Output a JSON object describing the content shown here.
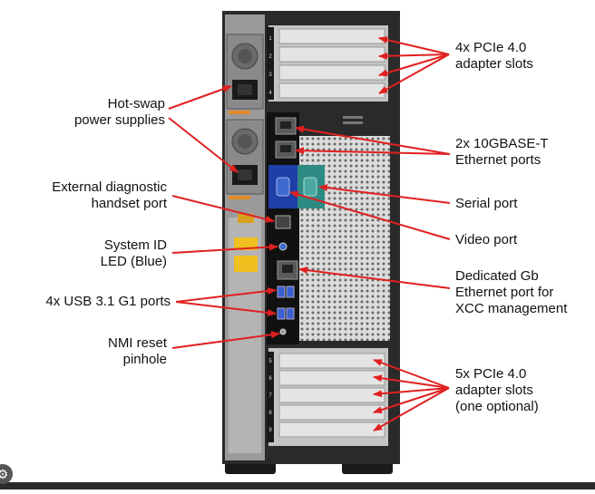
{
  "colors": {
    "arrow": "#e02020",
    "chassis": "#2a2a2a",
    "vga": "#1e3fa8",
    "serial": "#2e8b84"
  },
  "icons": {
    "corner": "settings-icon"
  },
  "slot_numbers_top": [
    "1",
    "2",
    "3",
    "4"
  ],
  "slot_numbers_bottom": [
    "5",
    "6",
    "7",
    "8",
    "9"
  ],
  "labels": {
    "pcie_top": "4x PCIe 4.0\nadapter slots",
    "psu": "Hot-swap\npower supplies",
    "ethernet_10g": "2x 10GBASE-T\nEthernet ports",
    "diag": "External diagnostic\nhandset port",
    "serial": "Serial port",
    "sysid": "System ID\nLED (Blue)",
    "video": "Video port",
    "xcc": "Dedicated Gb\nEthernet port for\nXCC management",
    "usb": "4x USB 3.1 G1 ports",
    "nmi": "NMI reset\npinhole",
    "pcie_bottom": "5x PCIe 4.0\nadapter slots\n(one optional)"
  }
}
